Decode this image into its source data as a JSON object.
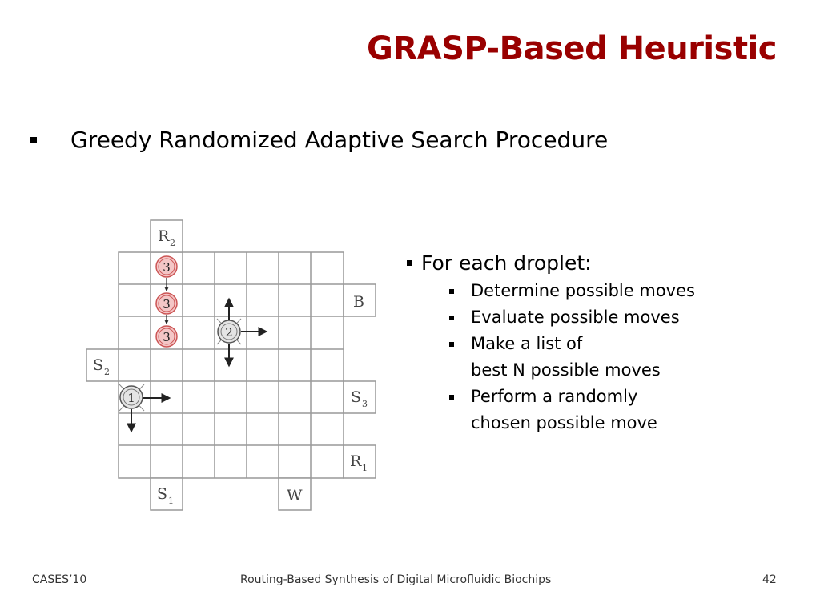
{
  "slide": {
    "title": "GRASP-Based Heuristic",
    "main_bullet": "Greedy Randomized Adaptive Search Procedure",
    "right_heading": "For each droplet:",
    "right_items": [
      {
        "line1": "Determine possible moves",
        "line2": ""
      },
      {
        "line1": "Evaluate possible moves",
        "line2": ""
      },
      {
        "line1": "Make a list of",
        "line2": "best N possible moves"
      },
      {
        "line1": "Perform a randomly",
        "line2": "chosen possible move"
      }
    ]
  },
  "diagram": {
    "ports": [
      {
        "id": "r2",
        "name": "R",
        "sub": "2"
      },
      {
        "id": "b",
        "name": "B",
        "sub": ""
      },
      {
        "id": "s2",
        "name": "S",
        "sub": "2"
      },
      {
        "id": "s3",
        "name": "S",
        "sub": "3"
      },
      {
        "id": "r1",
        "name": "R",
        "sub": "1"
      },
      {
        "id": "s1",
        "name": "S",
        "sub": "1"
      },
      {
        "id": "w",
        "name": "W",
        "sub": ""
      }
    ],
    "droplets": [
      {
        "id": "d1",
        "label": "1"
      },
      {
        "id": "d2",
        "label": "2"
      },
      {
        "id": "d3a",
        "label": "3"
      },
      {
        "id": "d3b",
        "label": "3"
      },
      {
        "id": "d3c",
        "label": "3"
      }
    ],
    "colors": {
      "grid": "#999999",
      "red_droplet": "#f4c6c6",
      "red_stroke": "#cc5555",
      "gray_droplet": "#e4e4e4"
    }
  },
  "footer": {
    "left": "CASES’10",
    "center": "Routing-Based Synthesis of Digital Microfluidic Biochips",
    "page": "42"
  }
}
